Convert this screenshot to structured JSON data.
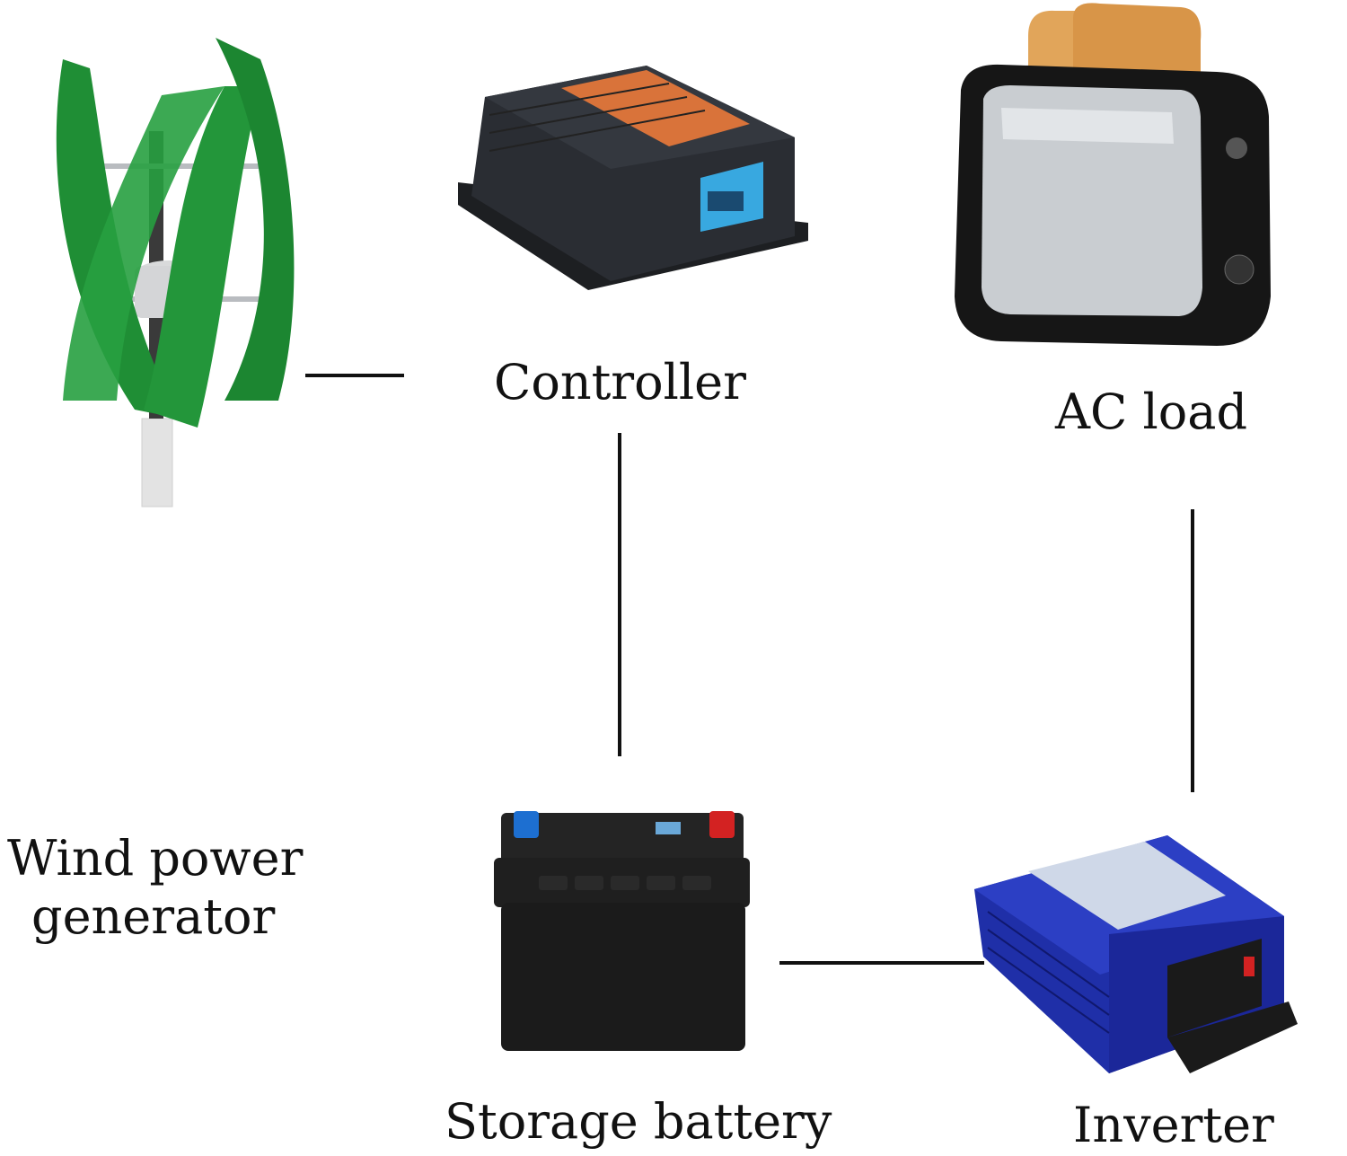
{
  "labels": {
    "controller": "Controller",
    "ac_load": "AC load",
    "wind_line1": "Wind power",
    "wind_line2": "generator",
    "battery": "Storage battery",
    "inverter": "Inverter"
  },
  "icons": [
    "wind-turbine-icon",
    "charge-controller-icon",
    "toaster-icon",
    "battery-icon",
    "inverter-icon"
  ],
  "colors": {
    "turbine_green": "#1f8e35",
    "controller_body": "#2a2d33",
    "controller_label": "#d9733a",
    "display_blue": "#38a8e0",
    "toaster_body": "#161616",
    "toaster_steel": "#c9cdd1",
    "battery_body": "#1b1b1b",
    "terminal_blue": "#1d6fd1",
    "terminal_red": "#d32222",
    "inverter_blue": "#1f2fa8"
  }
}
